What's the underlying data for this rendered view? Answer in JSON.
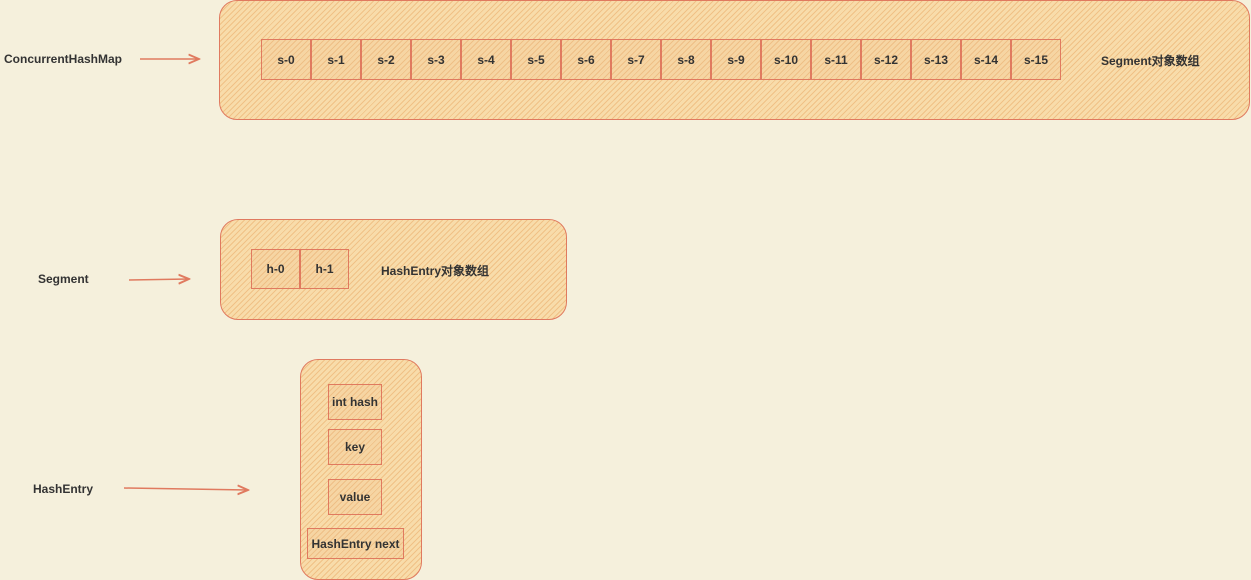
{
  "concurrent_hash_map": {
    "label": "ConcurrentHashMap",
    "segments": [
      "s-0",
      "s-1",
      "s-2",
      "s-3",
      "s-4",
      "s-5",
      "s-6",
      "s-7",
      "s-8",
      "s-9",
      "s-10",
      "s-11",
      "s-12",
      "s-13",
      "s-14",
      "s-15"
    ],
    "array_label": "Segment对象数组"
  },
  "segment": {
    "label": "Segment",
    "entries": [
      "h-0",
      "h-1"
    ],
    "array_label": "HashEntry对象数组"
  },
  "hash_entry": {
    "label": "HashEntry",
    "fields": [
      "int hash",
      "key",
      "value",
      "HashEntry next"
    ]
  },
  "colors": {
    "background": "#f5f0dc",
    "stroke": "#e07a5f",
    "fill": "#f8dcaa"
  }
}
